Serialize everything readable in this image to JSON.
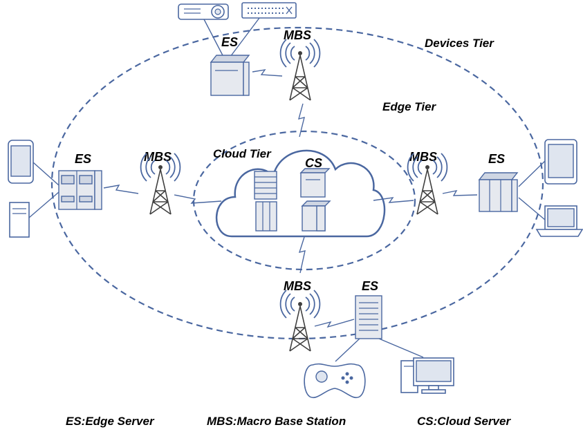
{
  "tiers": {
    "devices": "Devices Tier",
    "edge": "Edge Tier",
    "cloud": "Cloud Tier"
  },
  "labels": {
    "es": "ES",
    "mbs": "MBS",
    "cs": "CS"
  },
  "legend": {
    "es": "ES:Edge Server",
    "mbs": "MBS:Macro Base Station",
    "cs": "CS:Cloud Server"
  },
  "colors": {
    "accent": "#4a67a0",
    "tower": "#3f3f3f"
  }
}
